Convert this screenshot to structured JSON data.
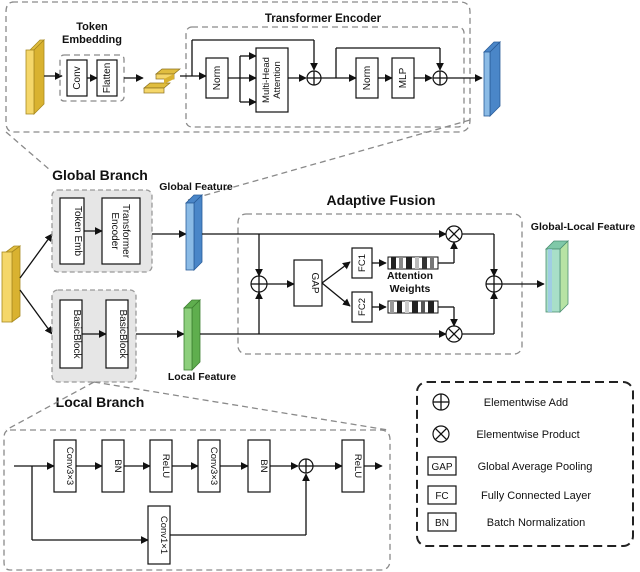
{
  "transformer_encoder": {
    "title": "Transformer Encoder",
    "token_embedding_title": "Token Embedding",
    "conv": "Conv",
    "flatten": "Flatten",
    "norm1": "Norm",
    "mha": "Multi-Head Attention",
    "norm2": "Norm",
    "mlp": "MLP"
  },
  "global_branch": {
    "title": "Global Branch",
    "token_emb": "Token Emb",
    "encoder": "Transformer Encoder",
    "feature": "Global Feature"
  },
  "local_branch": {
    "title": "Local Branch",
    "basic1": "BasicBlock",
    "basic2": "BasicBlock",
    "feature": "Local Feature"
  },
  "fusion": {
    "title": "Adaptive Fusion",
    "gap": "GAP",
    "fc1": "FC1",
    "fc2": "FC2",
    "attention_weights": "Attention Weights",
    "output": "Global-Local Feature"
  },
  "basic_block": {
    "conv1": "Conv3×3",
    "bn1": "BN",
    "relu1": "ReLU",
    "conv2": "Conv3×3",
    "bn2": "BN",
    "relu2": "ReLU",
    "shortcut": "Conv1×1"
  },
  "legend": {
    "add": "Elementwise Add",
    "product": "Elementwise Product",
    "gap_abbr": "GAP",
    "gap": "Global Average Pooling",
    "fc_abbr": "FC",
    "fc": "Fully Connected Layer",
    "bn_abbr": "BN",
    "bn": "Batch Normalization"
  },
  "colors": {
    "input_yellow": "#f5d76a",
    "global_blue": "#6fa6db",
    "local_green": "#8dcf7c",
    "fused_teal": "#a8dfc8"
  }
}
